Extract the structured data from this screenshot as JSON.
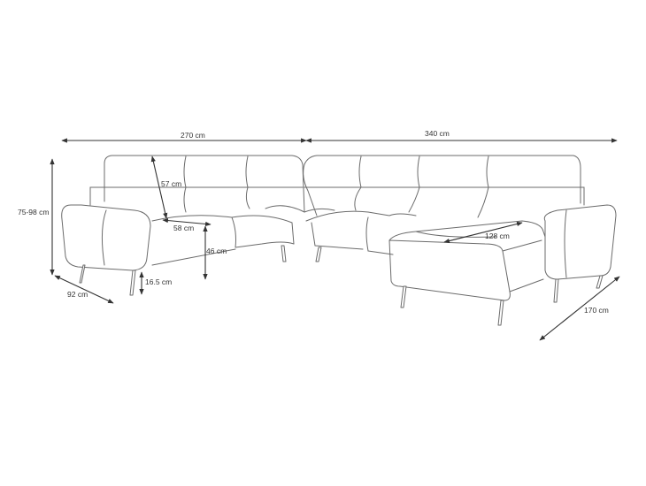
{
  "colors": {
    "outline": "#6b6b6b",
    "dimension": "#333333",
    "background": "#ffffff"
  },
  "dimensions": {
    "width_left": "270 cm",
    "width_right": "340 cm",
    "height_total": "75-98 cm",
    "depth_seat": "92 cm",
    "backrest_height": "57 cm",
    "seat_depth": "58 cm",
    "seat_height": "46 cm",
    "leg_height": "16.5 cm",
    "chaise_width": "128 cm",
    "chaise_length": "170 cm"
  }
}
